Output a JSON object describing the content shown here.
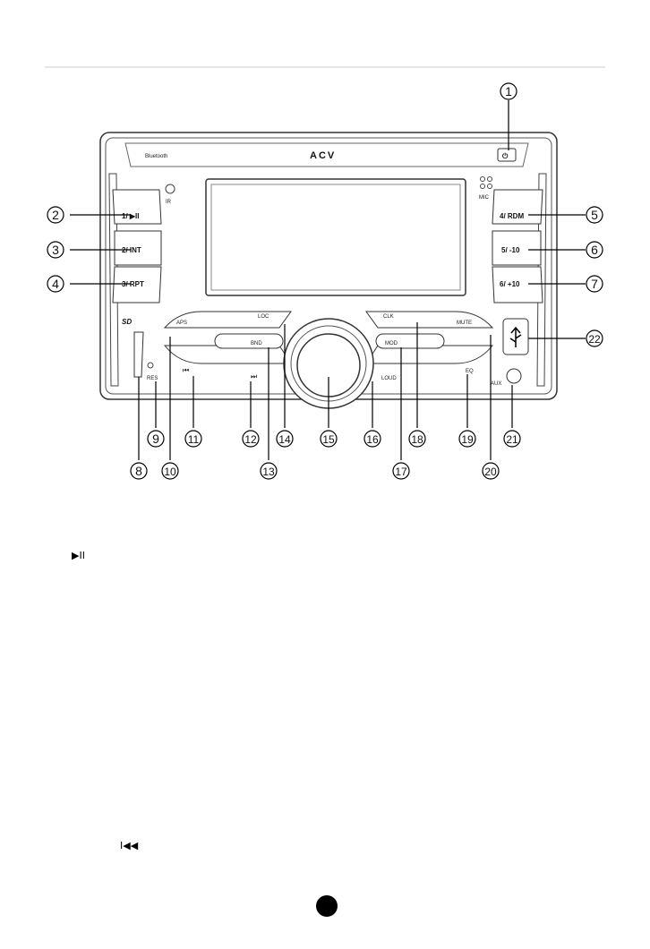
{
  "labels": {
    "bluetooth": "Bluetooth",
    "brand": "ACV",
    "ir": "IR",
    "mic": "MIC",
    "btn1": "1/ ▶II",
    "btn2": "2/ INT",
    "btn3": "3/ RPT",
    "btn4": "4/ RDM",
    "btn5": "5/ -10",
    "btn6": "6/ +10",
    "aps": "APS",
    "loc": "LOC",
    "clk": "CLK",
    "mute": "MUTE",
    "bnd": "BND",
    "mod": "MOD",
    "prev": "⏮",
    "next": "⏭",
    "loud": "LOUD",
    "eq": "EQ",
    "res": "RES",
    "aux": "AUX",
    "sd": "SD",
    "power": "⏻",
    "usb": "USB"
  },
  "callouts": [
    "1",
    "2",
    "3",
    "4",
    "5",
    "6",
    "7",
    "8",
    "9",
    "10",
    "11",
    "12",
    "13",
    "14",
    "15",
    "16",
    "17",
    "18",
    "19",
    "20",
    "21",
    "22"
  ],
  "text_glyphs": {
    "play_pause": "▶II",
    "prev": "I◀◀"
  }
}
